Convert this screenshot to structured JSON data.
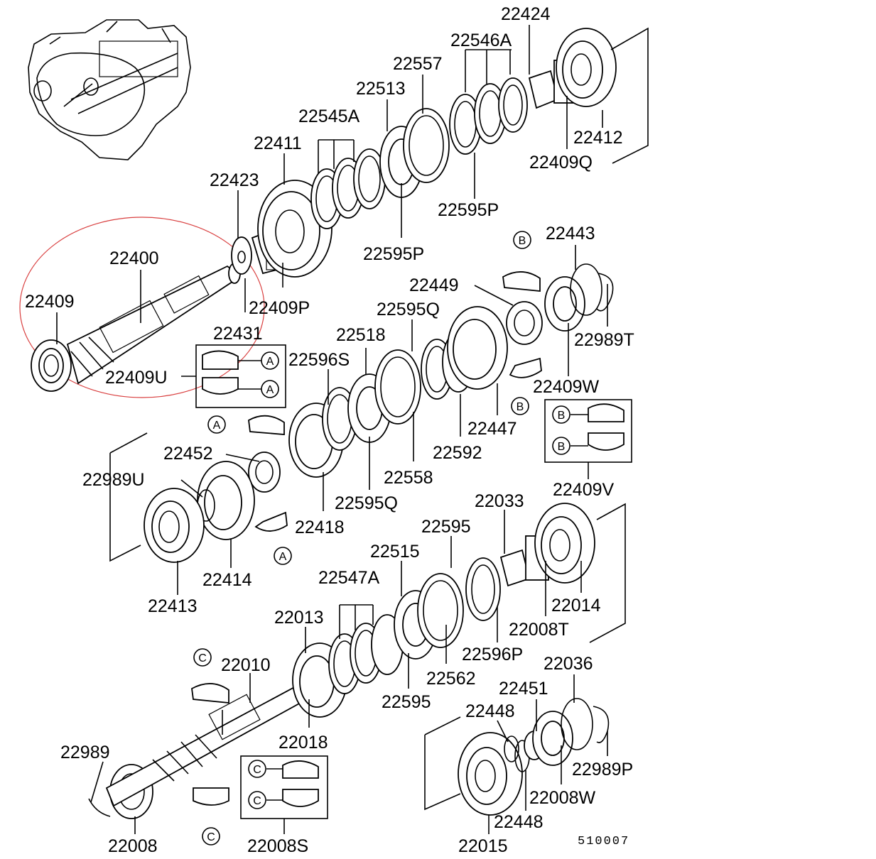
{
  "labels": [
    {
      "id": "22424",
      "text": "22424"
    },
    {
      "id": "22546A",
      "text": "22546A"
    },
    {
      "id": "22557",
      "text": "22557"
    },
    {
      "id": "22513",
      "text": "22513"
    },
    {
      "id": "22545A",
      "text": "22545A"
    },
    {
      "id": "22411",
      "text": "22411"
    },
    {
      "id": "22423",
      "text": "22423"
    },
    {
      "id": "22412",
      "text": "22412"
    },
    {
      "id": "22409Q",
      "text": "22409Q"
    },
    {
      "id": "22595P_a",
      "text": "22595P"
    },
    {
      "id": "22595P_b",
      "text": "22595P"
    },
    {
      "id": "22400",
      "text": "22400"
    },
    {
      "id": "22409",
      "text": "22409"
    },
    {
      "id": "22409P",
      "text": "22409P"
    },
    {
      "id": "22431",
      "text": "22431"
    },
    {
      "id": "22409U",
      "text": "22409U"
    },
    {
      "id": "22443",
      "text": "22443"
    },
    {
      "id": "22449",
      "text": "22449"
    },
    {
      "id": "22595Q_a",
      "text": "22595Q"
    },
    {
      "id": "22518",
      "text": "22518"
    },
    {
      "id": "22596S",
      "text": "22596S"
    },
    {
      "id": "22989T",
      "text": "22989T"
    },
    {
      "id": "22409W",
      "text": "22409W"
    },
    {
      "id": "22447",
      "text": "22447"
    },
    {
      "id": "22592",
      "text": "22592"
    },
    {
      "id": "22558",
      "text": "22558"
    },
    {
      "id": "22595Q_b",
      "text": "22595Q"
    },
    {
      "id": "22452",
      "text": "22452"
    },
    {
      "id": "22989U",
      "text": "22989U"
    },
    {
      "id": "22418",
      "text": "22418"
    },
    {
      "id": "22414",
      "text": "22414"
    },
    {
      "id": "22413",
      "text": "22413"
    },
    {
      "id": "22409V",
      "text": "22409V"
    },
    {
      "id": "22033",
      "text": "22033"
    },
    {
      "id": "22595_a",
      "text": "22595"
    },
    {
      "id": "22515",
      "text": "22515"
    },
    {
      "id": "22547A",
      "text": "22547A"
    },
    {
      "id": "22013",
      "text": "22013"
    },
    {
      "id": "22014",
      "text": "22014"
    },
    {
      "id": "22008T",
      "text": "22008T"
    },
    {
      "id": "22596P",
      "text": "22596P"
    },
    {
      "id": "22562",
      "text": "22562"
    },
    {
      "id": "22595_b",
      "text": "22595"
    },
    {
      "id": "22010",
      "text": "22010"
    },
    {
      "id": "22036",
      "text": "22036"
    },
    {
      "id": "22451",
      "text": "22451"
    },
    {
      "id": "22448_a",
      "text": "22448"
    },
    {
      "id": "22018",
      "text": "22018"
    },
    {
      "id": "22989",
      "text": "22989"
    },
    {
      "id": "22989P",
      "text": "22989P"
    },
    {
      "id": "22008W",
      "text": "22008W"
    },
    {
      "id": "22448_b",
      "text": "22448"
    },
    {
      "id": "22008",
      "text": "22008"
    },
    {
      "id": "22008S",
      "text": "22008S"
    },
    {
      "id": "22015",
      "text": "22015"
    }
  ],
  "callouts": {
    "A": "A",
    "B": "B",
    "C": "C"
  },
  "catalog_number": "510007",
  "highlight_color": "#d94040"
}
